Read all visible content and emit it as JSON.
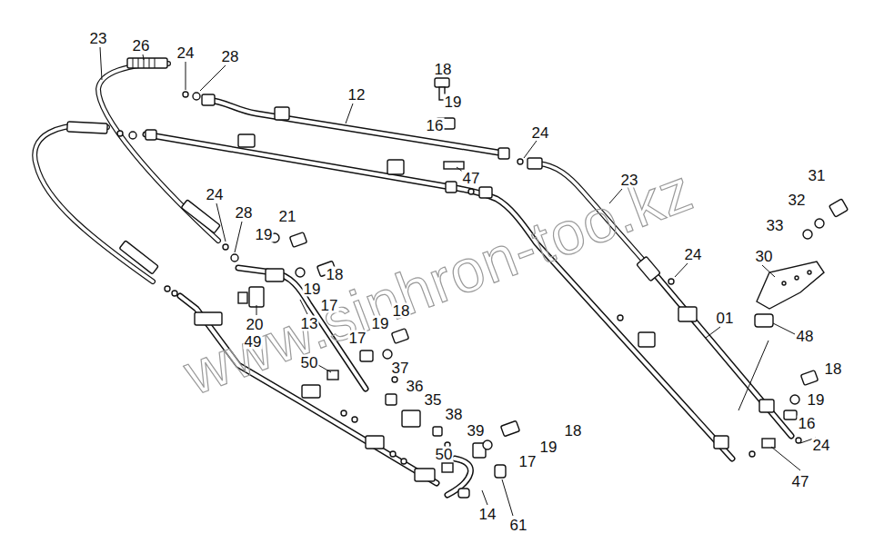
{
  "diagram": {
    "labels": [
      "23",
      "26",
      "24",
      "28",
      "12",
      "18",
      "19",
      "16",
      "47",
      "24",
      "23",
      "31",
      "32",
      "33",
      "30",
      "24",
      "24",
      "28",
      "21",
      "19",
      "18",
      "19",
      "13",
      "20",
      "49",
      "17",
      "18",
      "19",
      "17",
      "01",
      "48",
      "50",
      "37",
      "36",
      "35",
      "18",
      "19",
      "16",
      "38",
      "39",
      "18",
      "19",
      "17",
      "50",
      "24",
      "47",
      "14",
      "61",
      "www.sinhron-too.kz"
    ]
  }
}
